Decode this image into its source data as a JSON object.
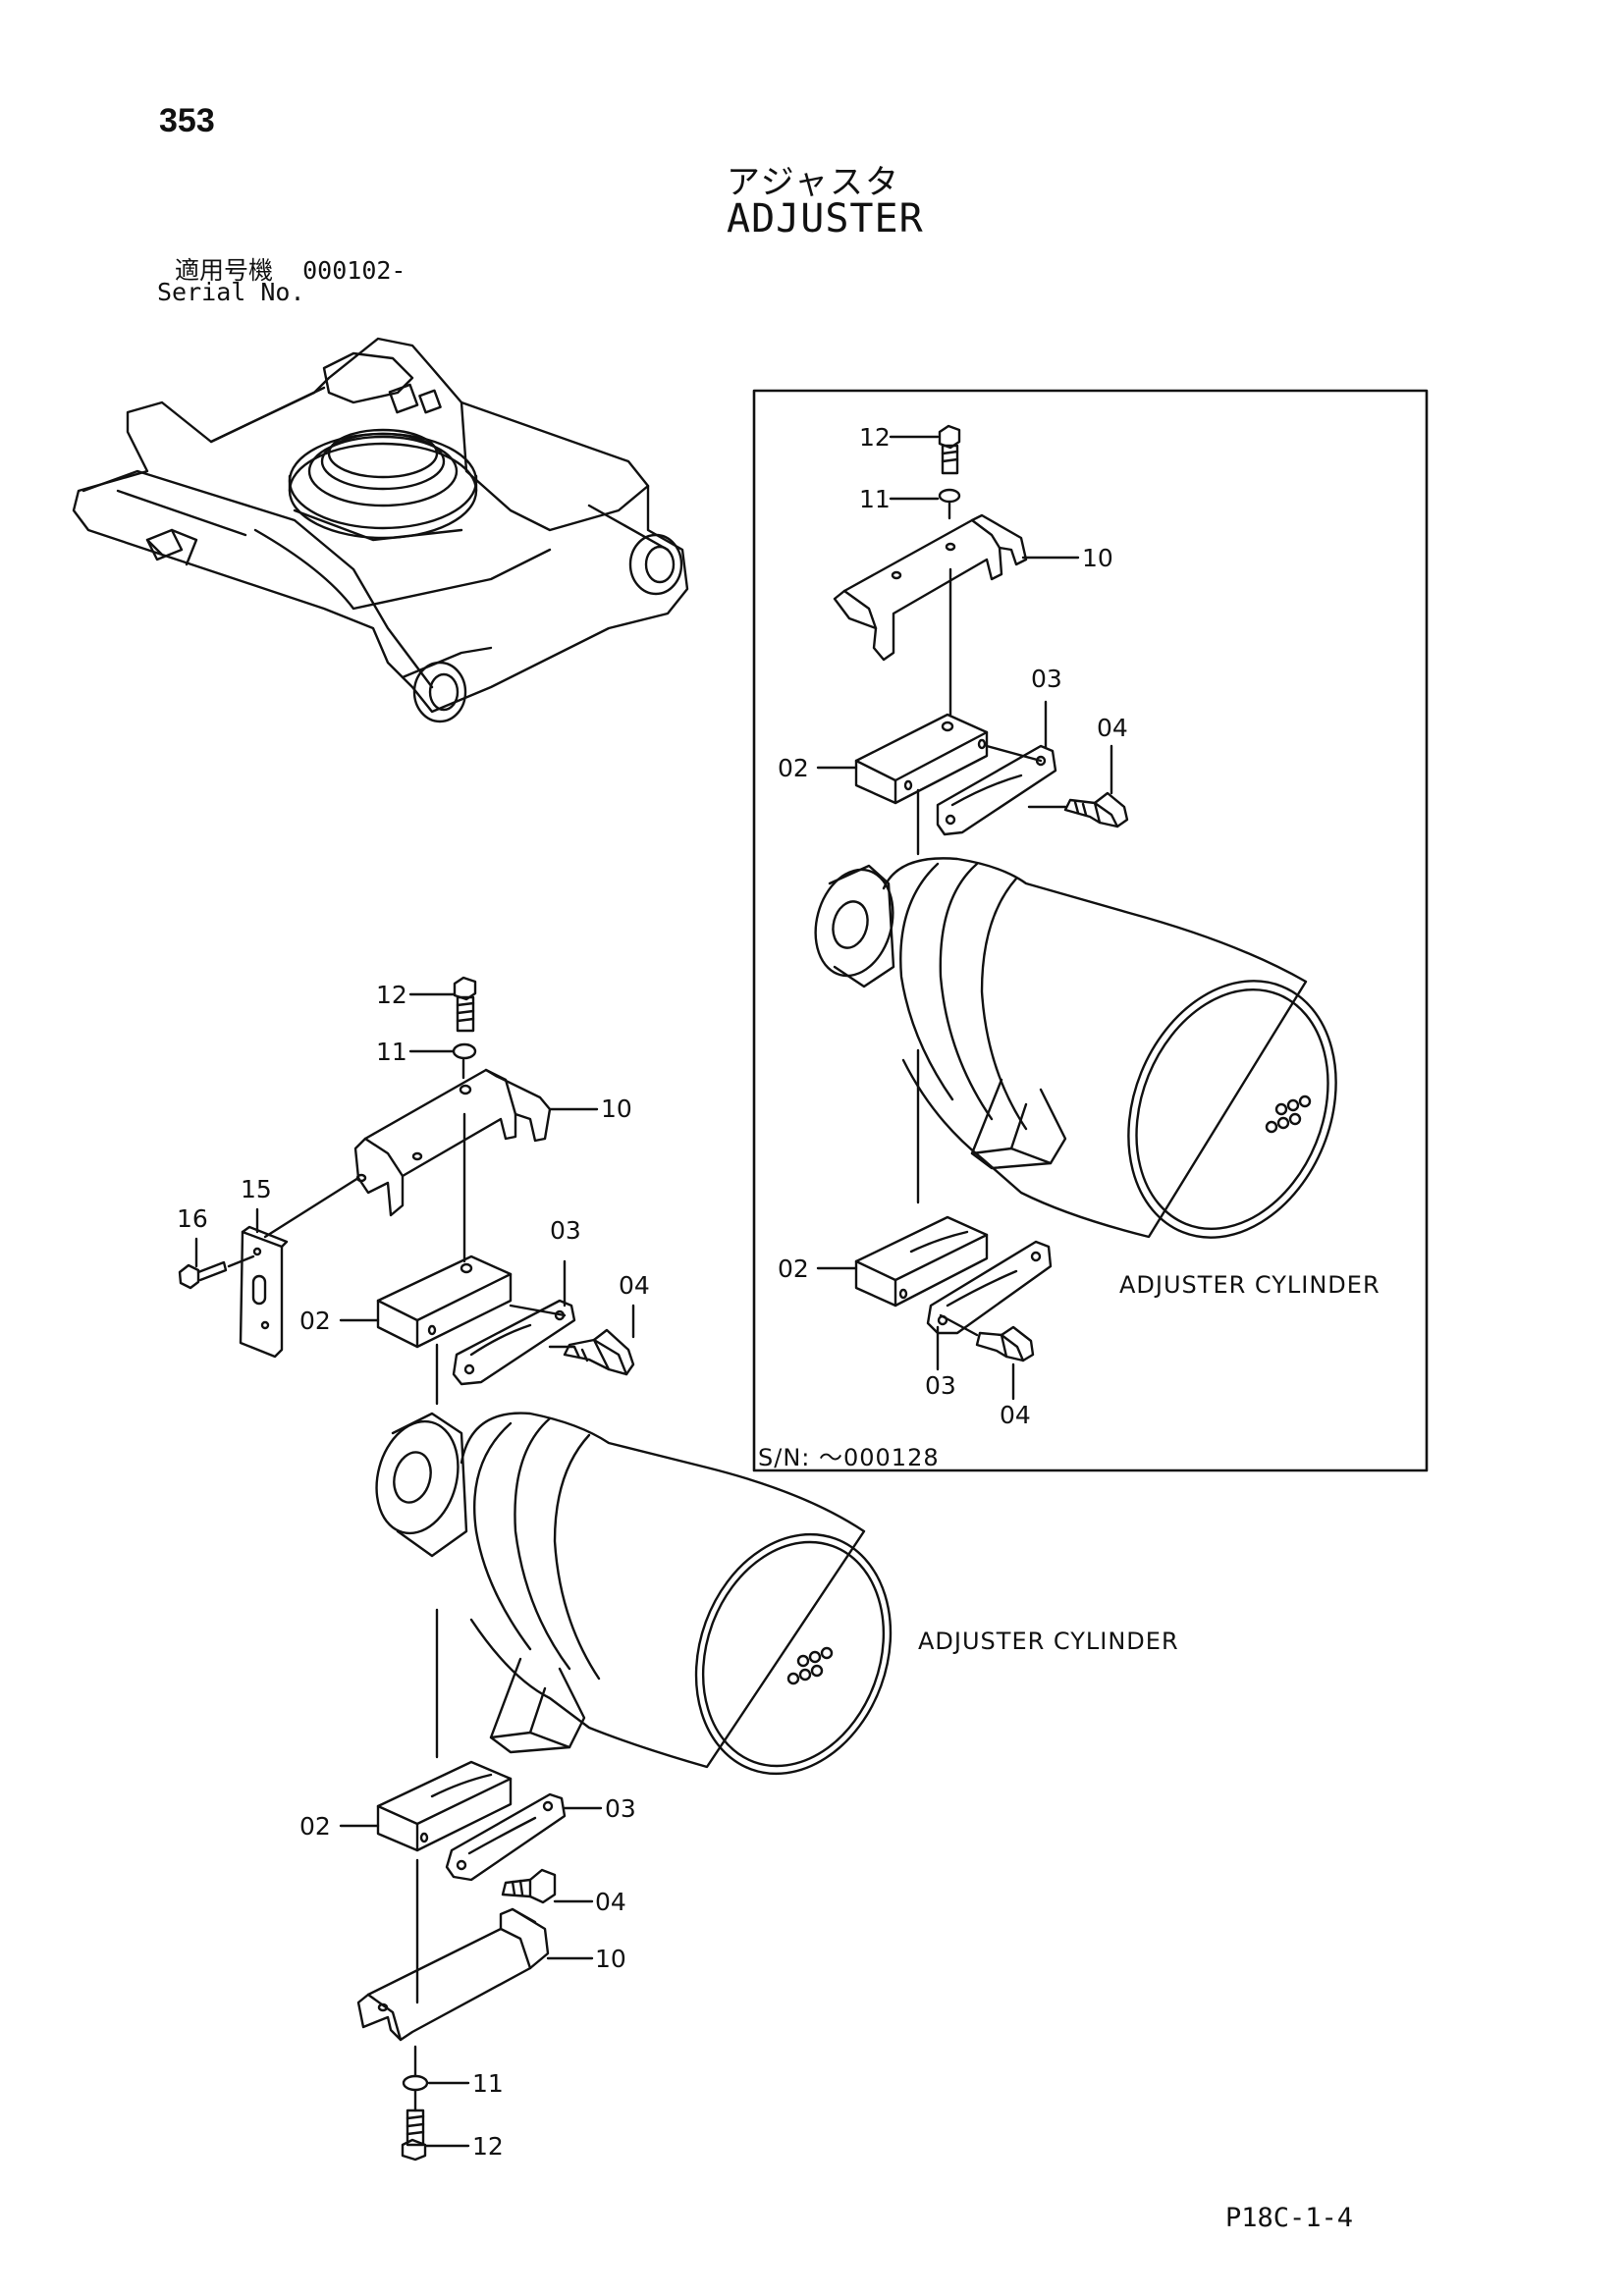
{
  "page": {
    "number": "353",
    "title_jp": "アジャスタ",
    "title_en": "ADJUSTER",
    "serial_label_jp": "適用号機",
    "serial_value": "000102-",
    "serial_label_en": "Serial No.",
    "footer_code": "P18C-1-4"
  },
  "main_assembly": {
    "caption": "ADJUSTER CYLINDER",
    "callouts": {
      "c12_top": "12",
      "c11_top": "11",
      "c10_top": "10",
      "c15": "15",
      "c16": "16",
      "c03_top": "03",
      "c04_top": "04",
      "c02_top": "02",
      "c02_bottom": "02",
      "c03_bottom": "03",
      "c04_bottom": "04",
      "c10_bottom": "10",
      "c11_bottom": "11",
      "c12_bottom": "12"
    }
  },
  "inset_assembly": {
    "caption": "ADJUSTER CYLINDER",
    "serial_note": "S/N: ～000128",
    "callouts": {
      "c12": "12",
      "c11": "11",
      "c10": "10",
      "c03_top": "03",
      "c04_top": "04",
      "c02_top": "02",
      "c02_bottom": "02",
      "c03_bottom": "03",
      "c04_bottom": "04"
    }
  }
}
